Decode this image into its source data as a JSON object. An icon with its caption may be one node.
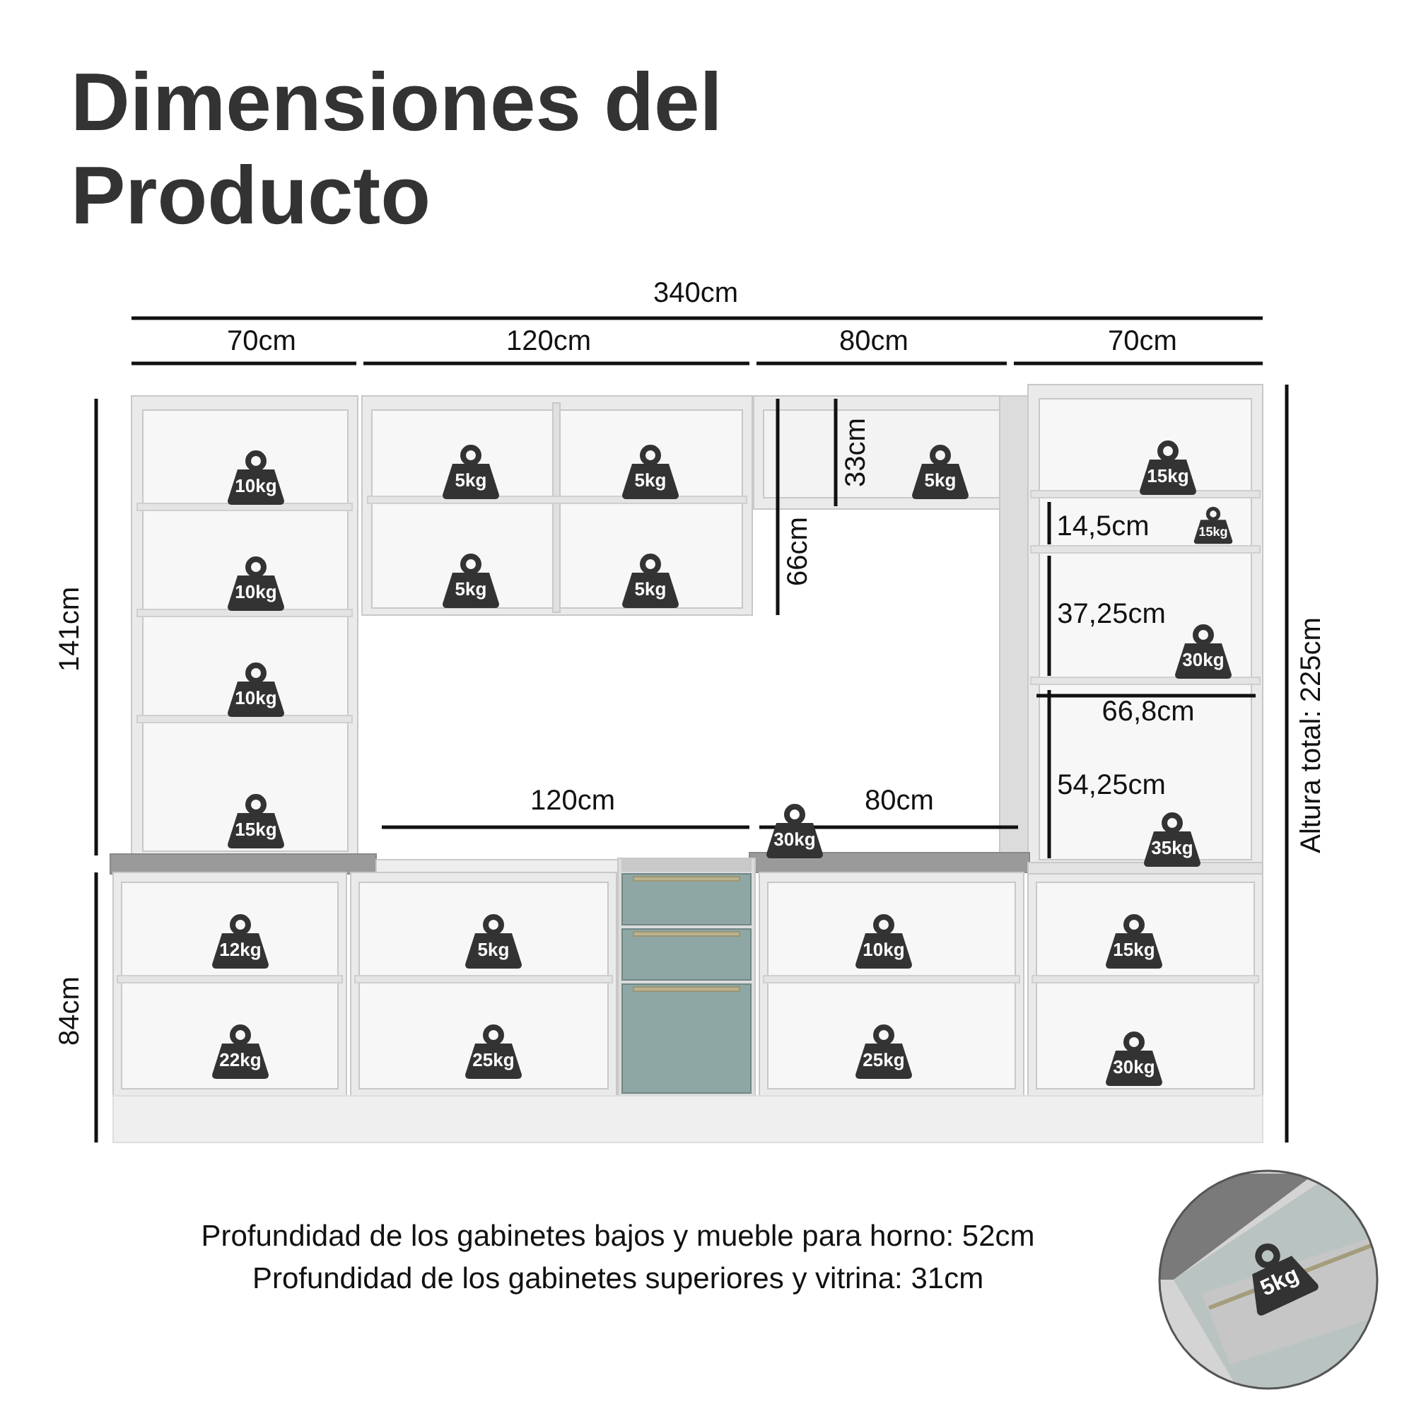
{
  "diagram": {
    "title": "Dimensiones del Producto",
    "labels": [
      "340cm",
      "70cm",
      "120cm",
      "80cm",
      "70cm",
      "33cm",
      "15kg",
      "10kg",
      "5kg",
      "5kg",
      "5kg",
      "14,5cm",
      "15kg",
      "66cm",
      "10kg",
      "5kg",
      "5kg",
      "37,25cm",
      "141cm",
      "Altura total: 225cm",
      "30kg",
      "10kg",
      "66,8cm",
      "54,25cm",
      "120cm",
      "80cm",
      "30kg",
      "15kg",
      "35kg",
      "12kg",
      "5kg",
      "10kg",
      "15kg",
      "84cm",
      "22kg",
      "25kg",
      "25kg",
      "30kg",
      "Profundidad de los gabinetes bajos y mueble para horno: 52cm",
      "Profundidad de los gabinetes superiores y vitrina: 31cm",
      "5kg"
    ]
  }
}
